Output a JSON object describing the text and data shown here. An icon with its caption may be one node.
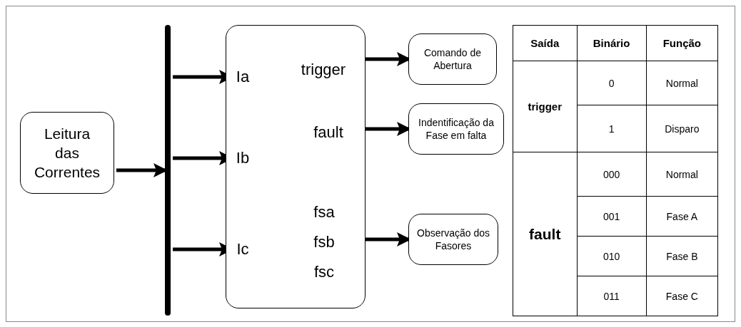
{
  "diagram": {
    "nodes": [
      {
        "text": [
          "Leitura das Correntes"
        ]
      },
      {
        "text": [],
        "shape": "bar"
      },
      {
        "text": [],
        "shape": "box"
      },
      {
        "text": [
          "trigger"
        ],
        "in": 2
      },
      {
        "text": [
          "Ia"
        ],
        "in": 2
      },
      {
        "text": [
          "fault"
        ],
        "in": 2
      },
      {
        "text": [
          "Ib"
        ],
        "in": 2
      },
      {
        "text": [
          "fsa fsb fsc"
        ],
        "in": 2
      },
      {
        "text": [
          "Ic"
        ],
        "in": 2
      },
      {
        "text": [
          "Comando de Abertura"
        ]
      },
      {
        "text": [
          "Indentificação da Fase em falta"
        ]
      },
      {
        "text": [
          "Observação dos Fasores"
        ]
      }
    ],
    "edges": [
      {
        "from": 0,
        "to": 1,
        "arrow": "to"
      },
      {
        "from": 1,
        "to": 4,
        "arrow": "to"
      },
      {
        "from": 1,
        "to": 6,
        "arrow": "to"
      },
      {
        "from": 1,
        "to": 8,
        "arrow": "to"
      },
      {
        "from": 3,
        "to": 9,
        "arrow": "to"
      },
      {
        "from": 5,
        "to": 10,
        "arrow": "to"
      },
      {
        "from": 7,
        "to": 11,
        "arrow": "to"
      }
    ],
    "labels": [
      "Saída",
      "Binário",
      "Função",
      "trigger",
      "0",
      "Normal",
      "1",
      "Disparo",
      "fault",
      "000",
      "Normal",
      "001",
      "Fase A",
      "010",
      "Fase B",
      "011",
      "Fase C"
    ]
  }
}
